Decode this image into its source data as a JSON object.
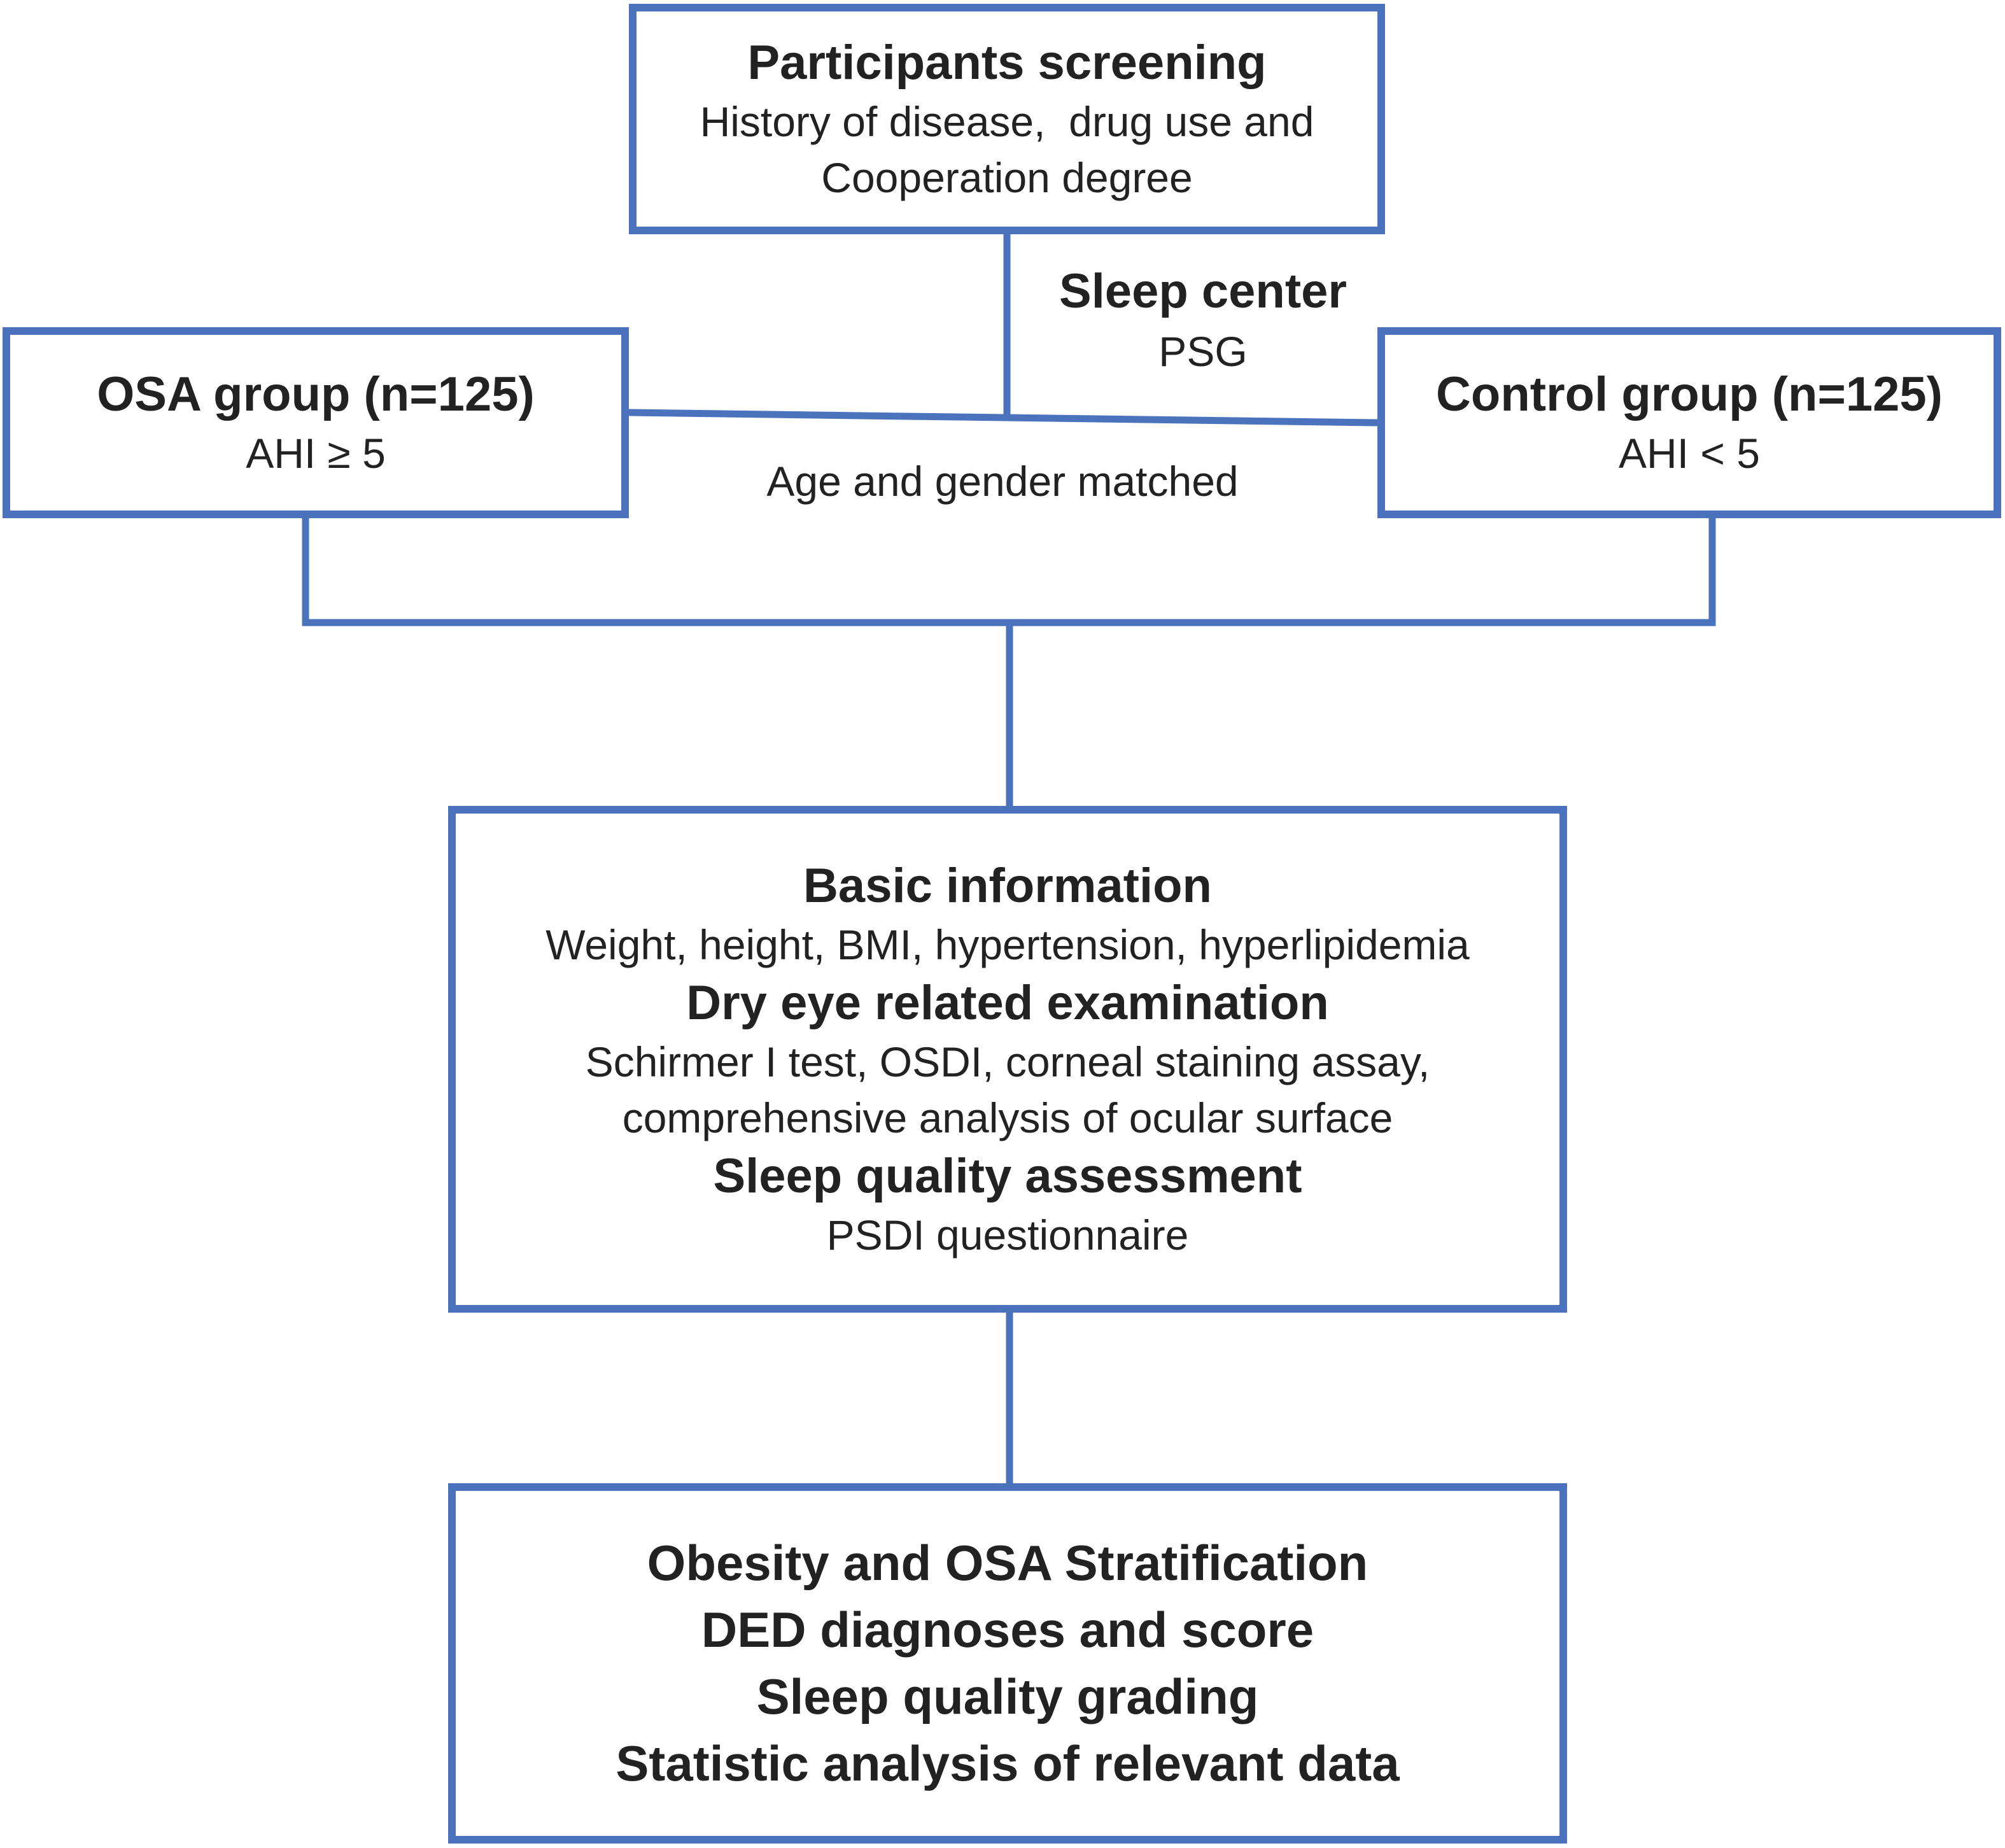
{
  "screening": {
    "title": "Participants screening",
    "line1": "History of disease,  drug use and",
    "line2": "Cooperation degree"
  },
  "sleep_center": {
    "title": "Sleep center",
    "detail": "PSG"
  },
  "osa_group": {
    "title": "OSA group (n=125)",
    "criterion": "AHI ≥ 5"
  },
  "control_group": {
    "title": "Control group (n=125)",
    "criterion": "AHI < 5"
  },
  "matching": {
    "label": "Age and gender matched"
  },
  "examination": {
    "basic_title": "Basic information",
    "basic_detail": "Weight, height, BMI, hypertension, hyperlipidemia",
    "dry_eye_title": "Dry eye related examination",
    "dry_eye_line1": "Schirmer I test, OSDI, corneal staining assay,",
    "dry_eye_line2": "comprehensive analysis of ocular surface",
    "sleep_title": "Sleep quality assessment",
    "sleep_detail": "PSDI questionnaire"
  },
  "analysis": {
    "items": [
      "Obesity and OSA Stratification",
      "DED diagnoses and score",
      "Sleep quality grading",
      "Statistic analysis of relevant data"
    ]
  },
  "colors": {
    "border": "#4a72bd",
    "text": "#222222"
  }
}
